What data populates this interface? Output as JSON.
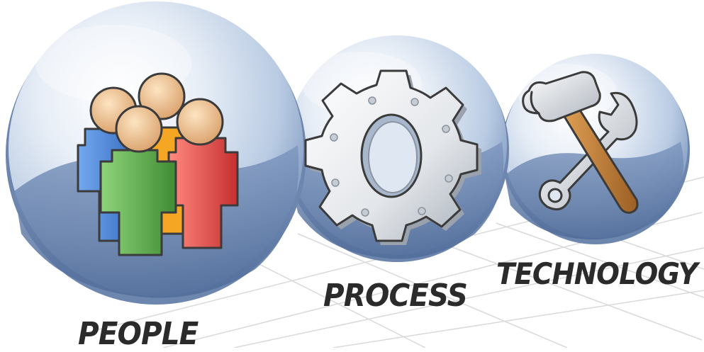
{
  "labels": {
    "people": "PEOPLE",
    "process": "PROCESS",
    "technology": "TECHNOLOGY"
  },
  "icons": {
    "people": "people-group-icon",
    "process": "gear-icon",
    "technology": "hammer-wrench-icon"
  },
  "colors": {
    "sphere_light": "#eef3fa",
    "sphere_mid": "#b7c9e2",
    "sphere_dark": "#5d7aa6",
    "sphere_shadow": "#6c86b0",
    "person_blue": "#3f7fd6",
    "person_red": "#e24b4b",
    "person_green": "#57a84a",
    "person_orange": "#f5a623",
    "skin": "#f1c594",
    "gear_light": "#f4f5f7",
    "gear_dark": "#9aa3ad",
    "hammer_handle": "#c9873f",
    "metal": "#d9dde2",
    "label_text": "#2b2b2b",
    "grid_line": "#d6d6d6"
  }
}
